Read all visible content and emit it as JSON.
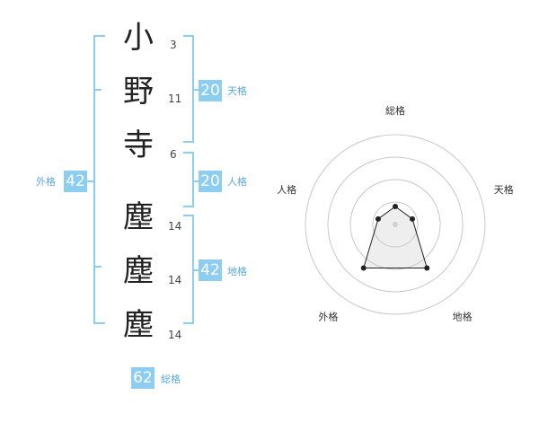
{
  "colors": {
    "accent": "#8ccdf2",
    "label": "#5aa9dd"
  },
  "name": {
    "characters": [
      {
        "char": "小",
        "strokes": "3"
      },
      {
        "char": "野",
        "strokes": "11"
      },
      {
        "char": "寺",
        "strokes": "6"
      },
      {
        "char": "塵",
        "strokes": "14"
      },
      {
        "char": "塵",
        "strokes": "14"
      },
      {
        "char": "塵",
        "strokes": "14"
      }
    ]
  },
  "fortune": {
    "tenkaku": {
      "value": "20",
      "label": "天格"
    },
    "jinkaku": {
      "value": "20",
      "label": "人格"
    },
    "chikaku": {
      "value": "42",
      "label": "地格"
    },
    "gaikaku": {
      "value": "42",
      "label": "外格"
    },
    "soukaku": {
      "value": "62",
      "label": "総格"
    }
  },
  "radar": {
    "axes": [
      "総格",
      "天格",
      "地格",
      "外格",
      "人格"
    ],
    "values": [
      1,
      1,
      3,
      3,
      1
    ],
    "max": 5
  }
}
